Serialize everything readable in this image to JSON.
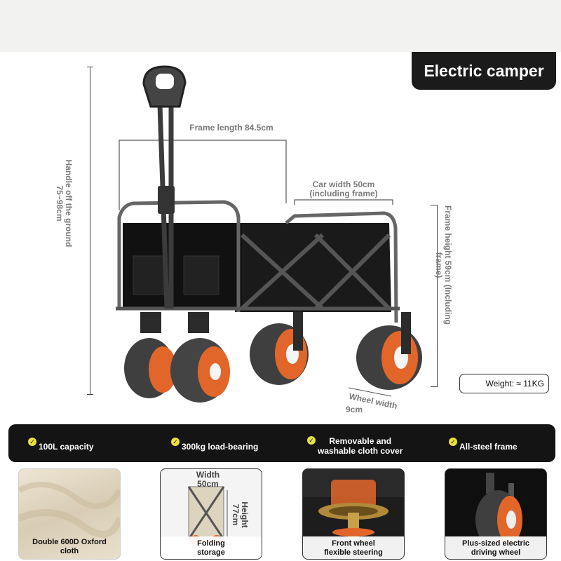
{
  "badge": {
    "label": "Electric camper"
  },
  "dimensions": {
    "handle_label": "Handle off the ground 75~98cm",
    "frame_length": "Frame length 84.5cm",
    "car_width_line1": "Car width 50cm",
    "car_width_line2": "(including frame)",
    "frame_height": "Frame height 59cm (Including frame)",
    "wheel_width_line1": "Wheel width",
    "wheel_width_line2": "9cm"
  },
  "weight": {
    "label": "Weight: ≈ 11KG"
  },
  "features": [
    {
      "label": "100L capacity"
    },
    {
      "label": "300kg load-bearing"
    },
    {
      "label_line1": "Removable and",
      "label_line2": "washable cloth cover"
    },
    {
      "label": "All-steel frame"
    }
  ],
  "cards": [
    {
      "caption_line1": "Double 600D Oxford",
      "caption_line2": "cloth"
    },
    {
      "caption_line1": "Folding",
      "caption_line2": "storage",
      "width_label_line1": "Width",
      "width_label_line2": "50cm",
      "height_label_line1": "Height",
      "height_label_line2": "77cm"
    },
    {
      "caption_line1": "Front wheel",
      "caption_line2": "flexible steering"
    },
    {
      "caption_line1": "Plus-sized electric",
      "caption_line2": "driving wheel"
    }
  ],
  "colors": {
    "accent": "#e2662a",
    "dark": "#141414",
    "check": "#e9e23c",
    "tire": "#3a3a3a"
  }
}
